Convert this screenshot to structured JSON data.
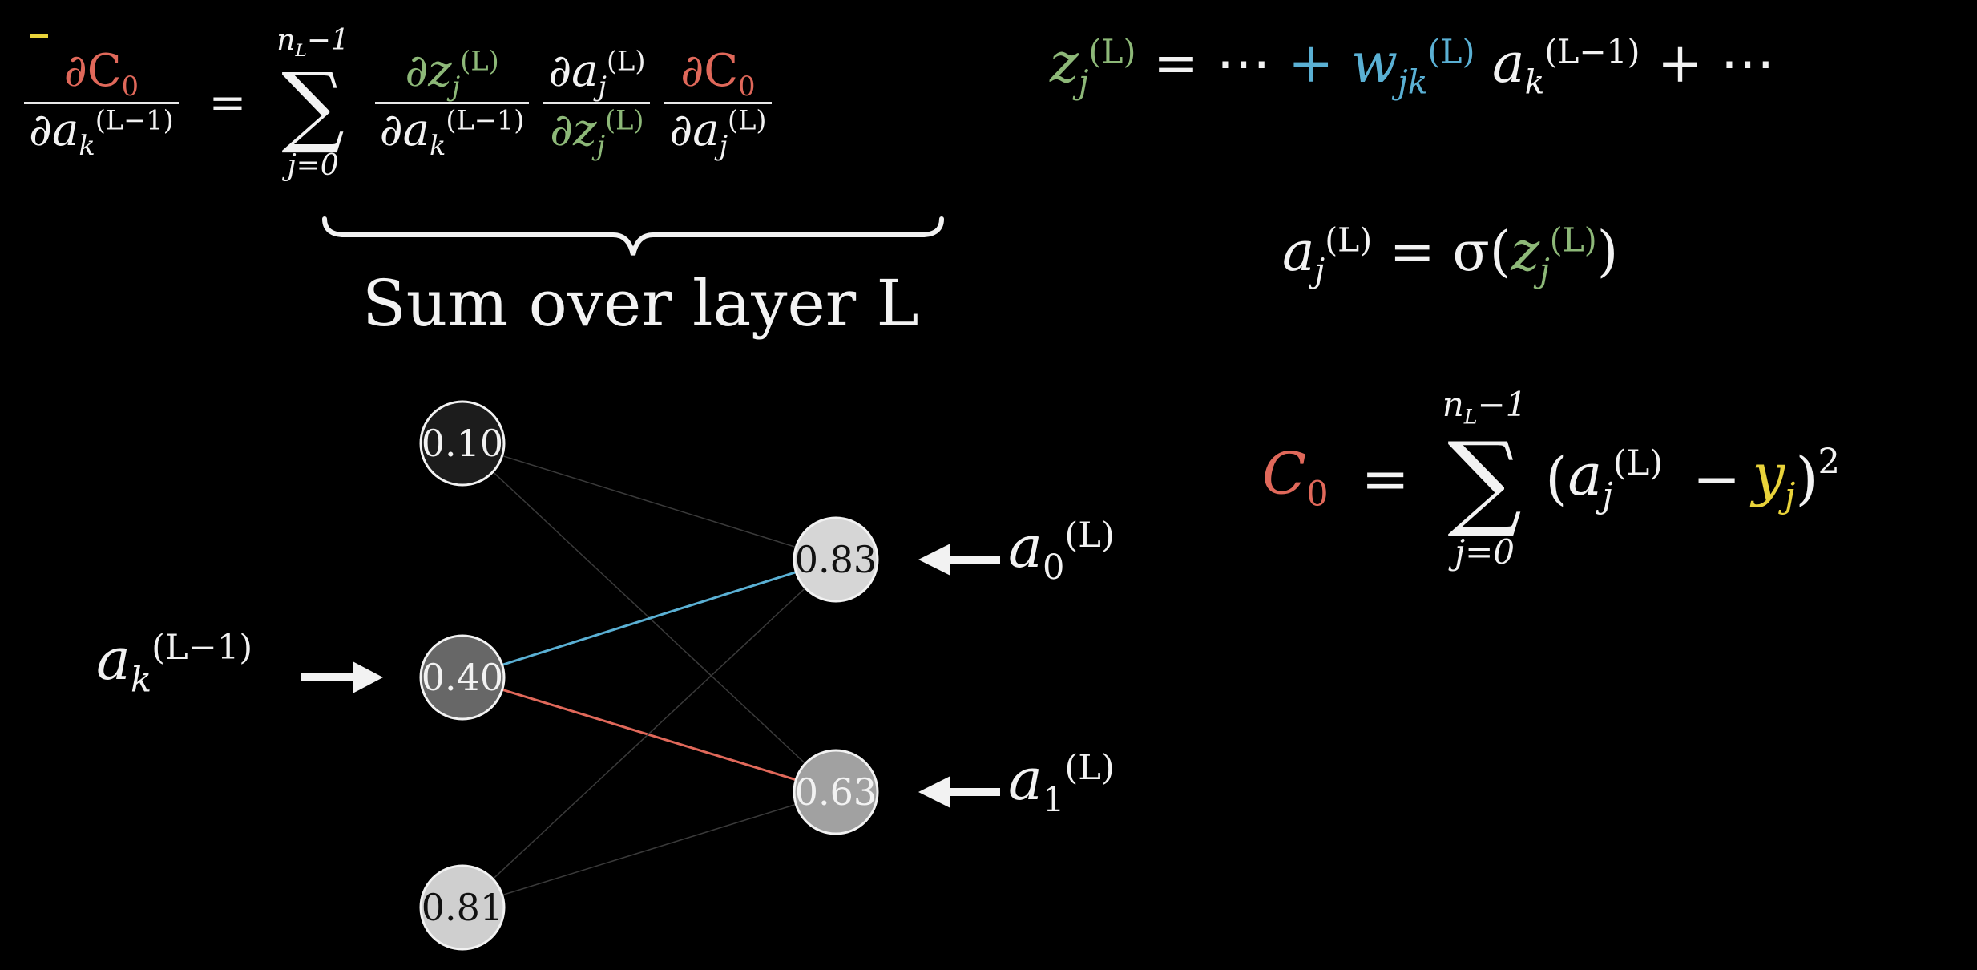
{
  "colors": {
    "background": "#000000",
    "red": "#e0685a",
    "green": "#8db878",
    "blue": "#5ab0d4",
    "yellow": "#e9d33a",
    "white": "#f2f2f2"
  },
  "formula_main": {
    "lhs_num": "∂C",
    "lhs_num_sub": "0",
    "lhs_den": "∂a",
    "lhs_den_sub": "k",
    "lhs_den_sup": "(L−1)",
    "equals": "=",
    "sum_top": "n",
    "sum_top_sub": "L",
    "sum_top_rest": "−1",
    "sum_symbol": "∑",
    "sum_bottom": "j=0",
    "f1_num": "∂z",
    "f1_num_sub": "j",
    "f1_num_sup": "(L)",
    "f1_den": "∂a",
    "f1_den_sub": "k",
    "f1_den_sup": "(L−1)",
    "f2_num": "∂a",
    "f2_num_sub": "j",
    "f2_num_sup": "(L)",
    "f2_den": "∂z",
    "f2_den_sub": "j",
    "f2_den_sup": "(L)",
    "f3_num": "∂C",
    "f3_num_sub": "0",
    "f3_den": "∂a",
    "f3_den_sub": "j",
    "f3_den_sup": "(L)",
    "brace_label": "Sum over layer L"
  },
  "formula_z": {
    "z": "z",
    "z_sub": "j",
    "z_sup": "(L)",
    "eq": "= ⋯ ",
    "plus1": "+",
    "w": "w",
    "w_sub": "jk",
    "w_sup": "(L)",
    "a": "a",
    "a_sub": "k",
    "a_sup": "(L−1)",
    "rest": "+ ⋯"
  },
  "formula_a": {
    "a": "a",
    "a_sub": "j",
    "a_sup": "(L)",
    "eq": "= σ(",
    "z": "z",
    "z_sub": "j",
    "z_sup": "(L)",
    "close": ")"
  },
  "formula_c": {
    "c": "C",
    "c_sub": "0",
    "eq": "=",
    "sum_top": "n",
    "sum_top_sub": "L",
    "sum_top_rest": "−1",
    "sum_symbol": "∑",
    "sum_bottom": "j=0",
    "open": "(",
    "a": "a",
    "a_sub": "j",
    "a_sup": "(L)",
    "minus": "−",
    "y": "y",
    "y_sub": "j",
    "close": ")",
    "power": "2"
  },
  "network": {
    "left_nodes": [
      {
        "value": "0.10",
        "fill": "#1c1c1c"
      },
      {
        "value": "0.40",
        "fill": "#676767"
      },
      {
        "value": "0.81",
        "fill": "#cfcfcf"
      }
    ],
    "right_nodes": [
      {
        "value": "0.83",
        "fill": "#d6d6d6"
      },
      {
        "value": "0.63",
        "fill": "#a1a1a1"
      }
    ],
    "left_label": {
      "a": "a",
      "sub": "k",
      "sup": "(L−1)"
    },
    "right_labels": [
      {
        "a": "a",
        "sub": "0",
        "sup": "(L)"
      },
      {
        "a": "a",
        "sub": "1",
        "sup": "(L)"
      }
    ],
    "highlight_edges": [
      {
        "from": 1,
        "to": 0,
        "color": "#5ab0d4"
      },
      {
        "from": 1,
        "to": 1,
        "color": "#e0685a"
      }
    ]
  }
}
